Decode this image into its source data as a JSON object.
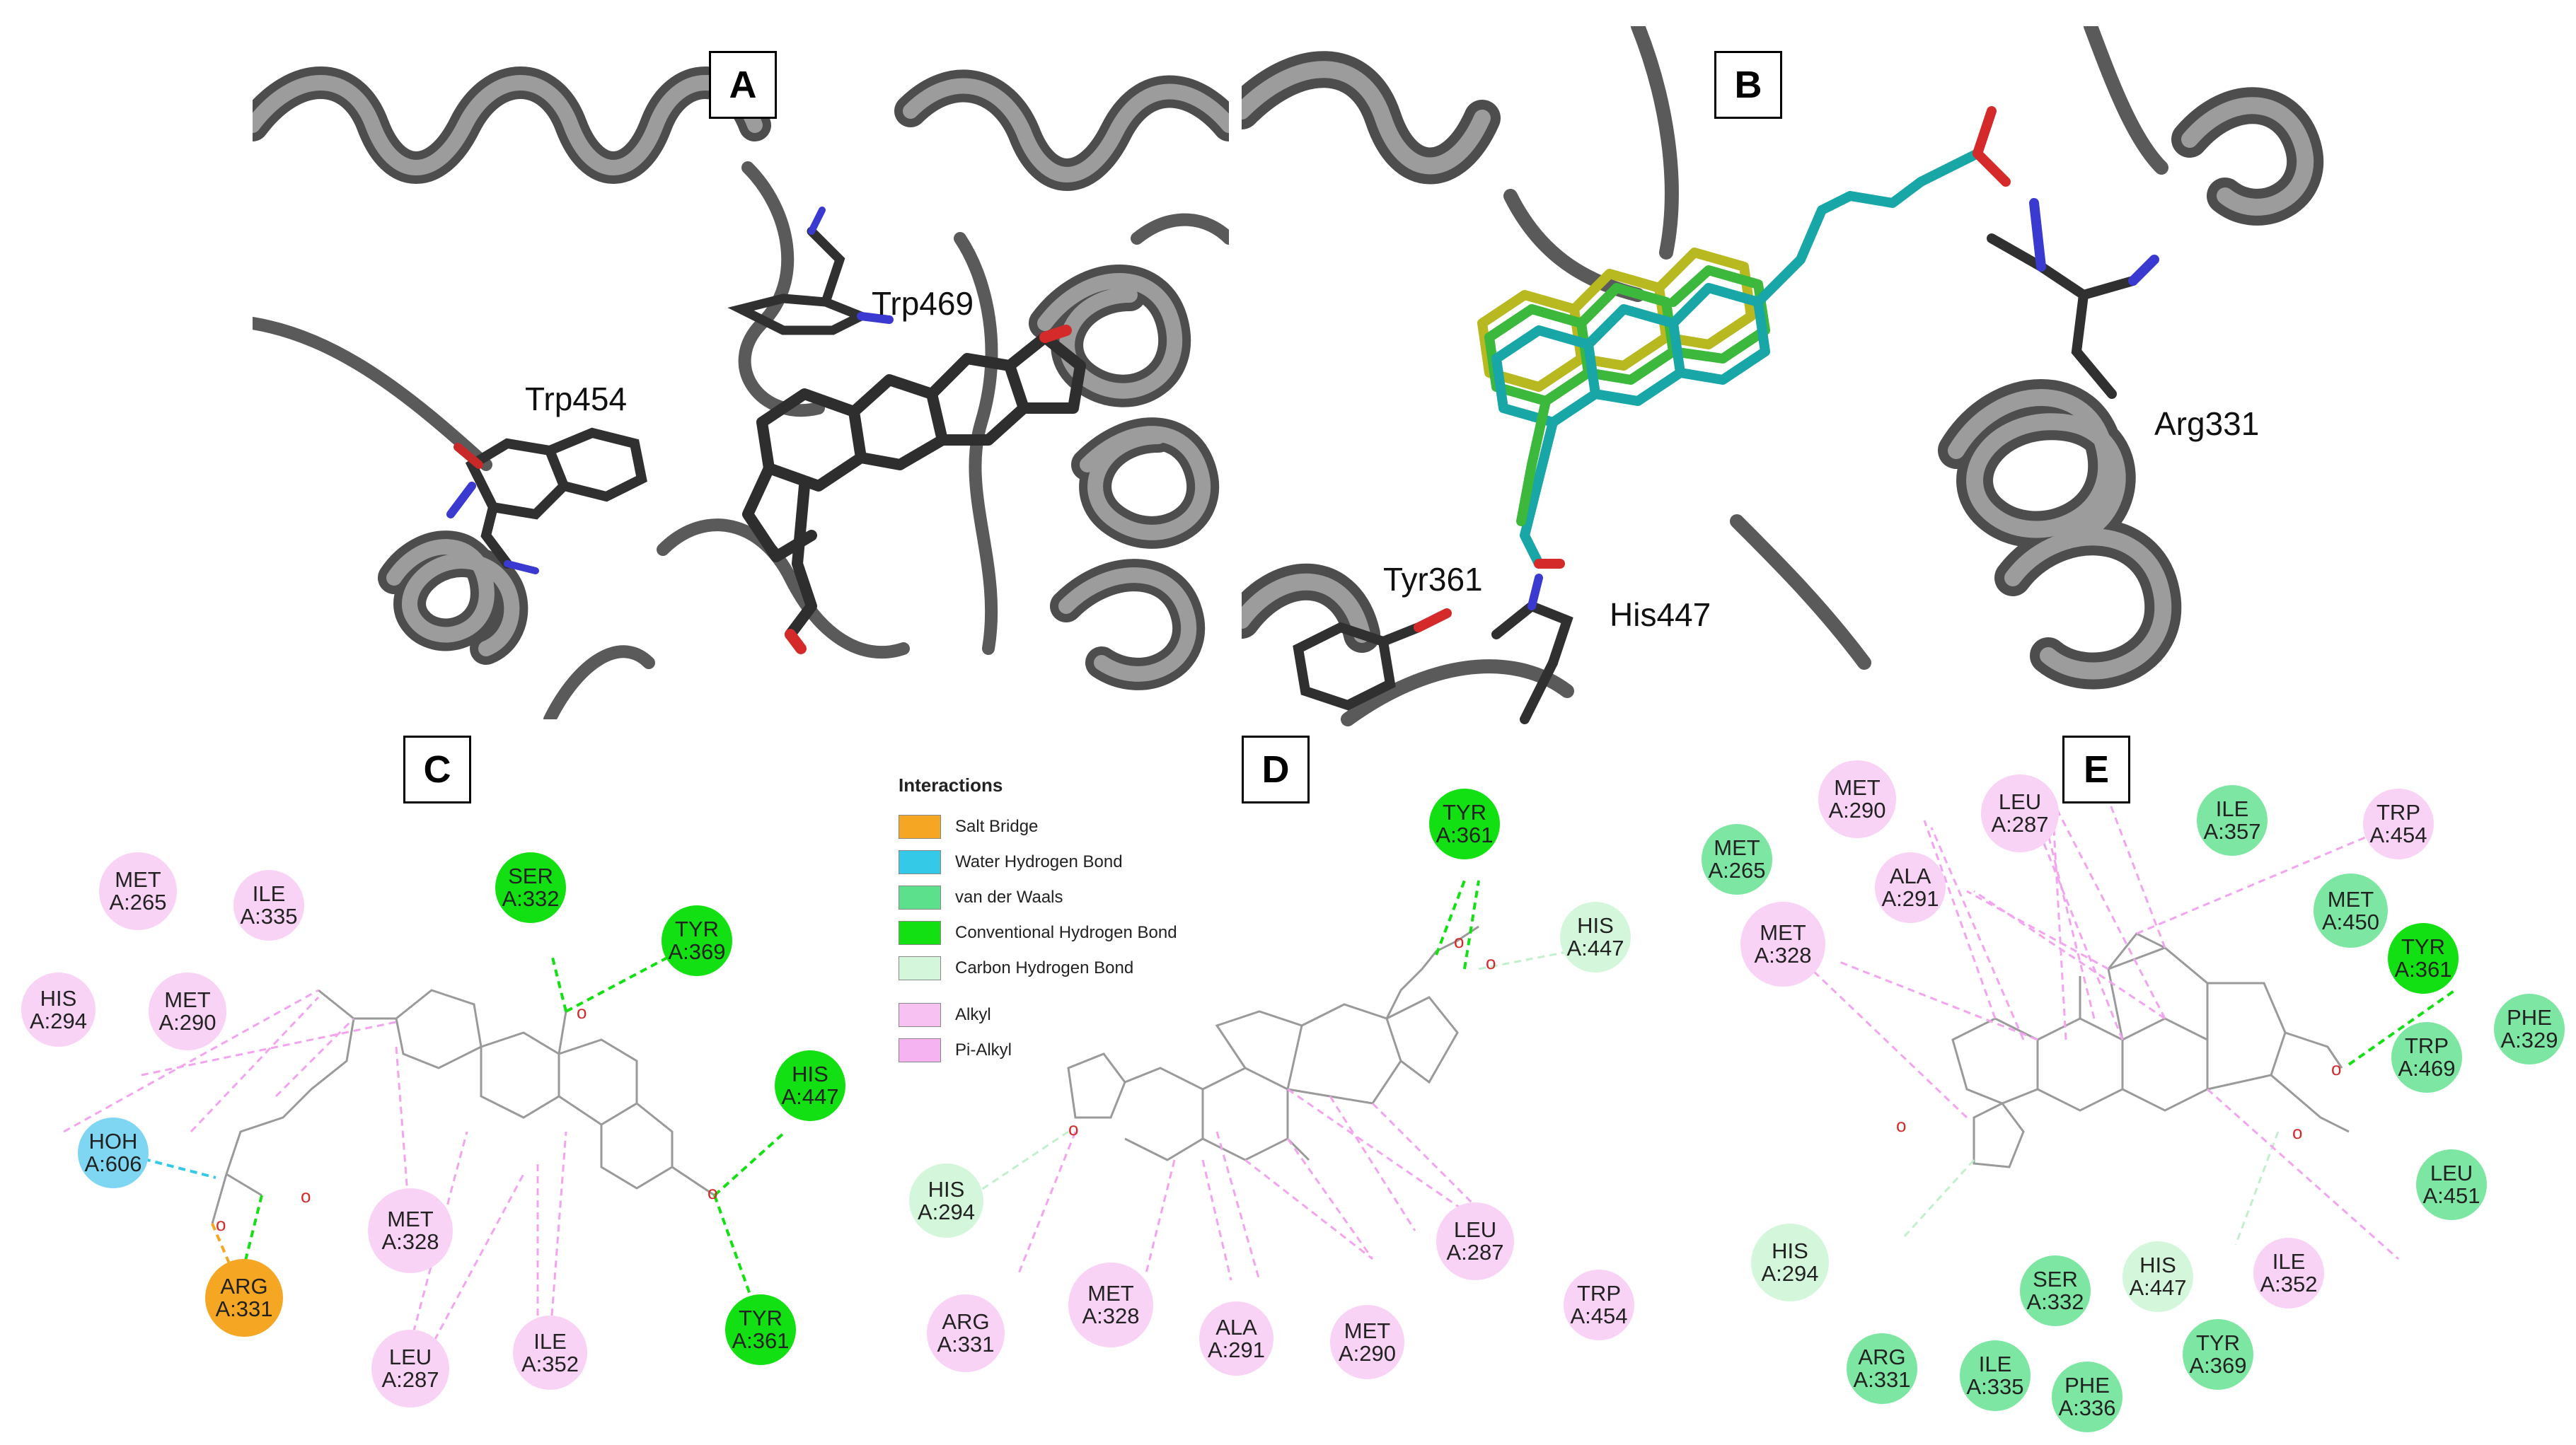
{
  "panels": {
    "A": {
      "tag": "A",
      "labels": {
        "trp469": "Trp469",
        "trp454": "Trp454"
      }
    },
    "B": {
      "tag": "B",
      "labels": {
        "arg331": "Arg331",
        "tyr361": "Tyr361",
        "his447": "His447"
      }
    },
    "C": {
      "tag": "C"
    },
    "D": {
      "tag": "D"
    },
    "E": {
      "tag": "E"
    }
  },
  "colors": {
    "protein_ribbon": "#6b6b6b",
    "salt_bridge": "#f5a623",
    "water_hbond": "#35c9e8",
    "vdw": "#5de08b",
    "conv_hbond": "#12e012",
    "carbon_hbond": "#d4f7dc",
    "alkyl": "#f7c2f2",
    "pi_alkyl": "#f5b3f2",
    "ligand_teal": "#18a6a6",
    "ligand_yellow": "#b8b820",
    "ligand_green": "#3cb83c"
  },
  "legend": {
    "title": "Interactions",
    "items": [
      {
        "label": "Salt Bridge",
        "color": "#f5a623"
      },
      {
        "label": "Water Hydrogen Bond",
        "color": "#35c9e8"
      },
      {
        "label": "van der Waals",
        "color": "#5de08b"
      },
      {
        "label": "Conventional Hydrogen Bond",
        "color": "#12e012"
      },
      {
        "label": "Carbon Hydrogen Bond",
        "color": "#d4f7dc"
      },
      {
        "label": "Alkyl",
        "color": "#f7c2f2"
      },
      {
        "label": "Pi-Alkyl",
        "color": "#f5b3f2"
      }
    ]
  },
  "residues": {
    "C": [
      {
        "res": "MET",
        "id": "A:265",
        "type": "alkyl"
      },
      {
        "res": "ILE",
        "id": "A:335",
        "type": "alkyl"
      },
      {
        "res": "SER",
        "id": "A:332",
        "type": "conv_hbond"
      },
      {
        "res": "TYR",
        "id": "A:369",
        "type": "conv_hbond"
      },
      {
        "res": "HIS",
        "id": "A:294",
        "type": "alkyl"
      },
      {
        "res": "MET",
        "id": "A:290",
        "type": "alkyl"
      },
      {
        "res": "HIS",
        "id": "A:447",
        "type": "conv_hbond"
      },
      {
        "res": "HOH",
        "id": "A:606",
        "type": "water_hbond"
      },
      {
        "res": "MET",
        "id": "A:328",
        "type": "alkyl"
      },
      {
        "res": "ARG",
        "id": "A:331",
        "type": "salt_bridge"
      },
      {
        "res": "LEU",
        "id": "A:287",
        "type": "alkyl"
      },
      {
        "res": "ILE",
        "id": "A:352",
        "type": "alkyl"
      },
      {
        "res": "TYR",
        "id": "A:361",
        "type": "conv_hbond"
      }
    ],
    "D": [
      {
        "res": "TYR",
        "id": "A:361",
        "type": "conv_hbond"
      },
      {
        "res": "HIS",
        "id": "A:447",
        "type": "carbon_hbond"
      },
      {
        "res": "HIS",
        "id": "A:294",
        "type": "carbon_hbond"
      },
      {
        "res": "LEU",
        "id": "A:287",
        "type": "alkyl"
      },
      {
        "res": "TRP",
        "id": "A:454",
        "type": "pi_alkyl"
      },
      {
        "res": "ARG",
        "id": "A:331",
        "type": "alkyl"
      },
      {
        "res": "MET",
        "id": "A:328",
        "type": "alkyl"
      },
      {
        "res": "ALA",
        "id": "A:291",
        "type": "alkyl"
      },
      {
        "res": "MET",
        "id": "A:290",
        "type": "alkyl"
      }
    ],
    "E": [
      {
        "res": "MET",
        "id": "A:290",
        "type": "alkyl"
      },
      {
        "res": "LEU",
        "id": "A:287",
        "type": "alkyl"
      },
      {
        "res": "ILE",
        "id": "A:357",
        "type": "vdw"
      },
      {
        "res": "TRP",
        "id": "A:454",
        "type": "pi_alkyl"
      },
      {
        "res": "MET",
        "id": "A:265",
        "type": "vdw"
      },
      {
        "res": "ALA",
        "id": "A:291",
        "type": "alkyl"
      },
      {
        "res": "MET",
        "id": "A:450",
        "type": "vdw"
      },
      {
        "res": "MET",
        "id": "A:328",
        "type": "alkyl"
      },
      {
        "res": "TYR",
        "id": "A:361",
        "type": "conv_hbond"
      },
      {
        "res": "PHE",
        "id": "A:329",
        "type": "vdw"
      },
      {
        "res": "TRP",
        "id": "A:469",
        "type": "vdw"
      },
      {
        "res": "LEU",
        "id": "A:451",
        "type": "vdw"
      },
      {
        "res": "HIS",
        "id": "A:294",
        "type": "carbon_hbond"
      },
      {
        "res": "SER",
        "id": "A:332",
        "type": "vdw"
      },
      {
        "res": "HIS",
        "id": "A:447",
        "type": "carbon_hbond"
      },
      {
        "res": "ILE",
        "id": "A:352",
        "type": "alkyl"
      },
      {
        "res": "ARG",
        "id": "A:331",
        "type": "vdw"
      },
      {
        "res": "ILE",
        "id": "A:335",
        "type": "vdw"
      },
      {
        "res": "TYR",
        "id": "A:369",
        "type": "vdw"
      },
      {
        "res": "PHE",
        "id": "A:336",
        "type": "vdw"
      }
    ]
  }
}
